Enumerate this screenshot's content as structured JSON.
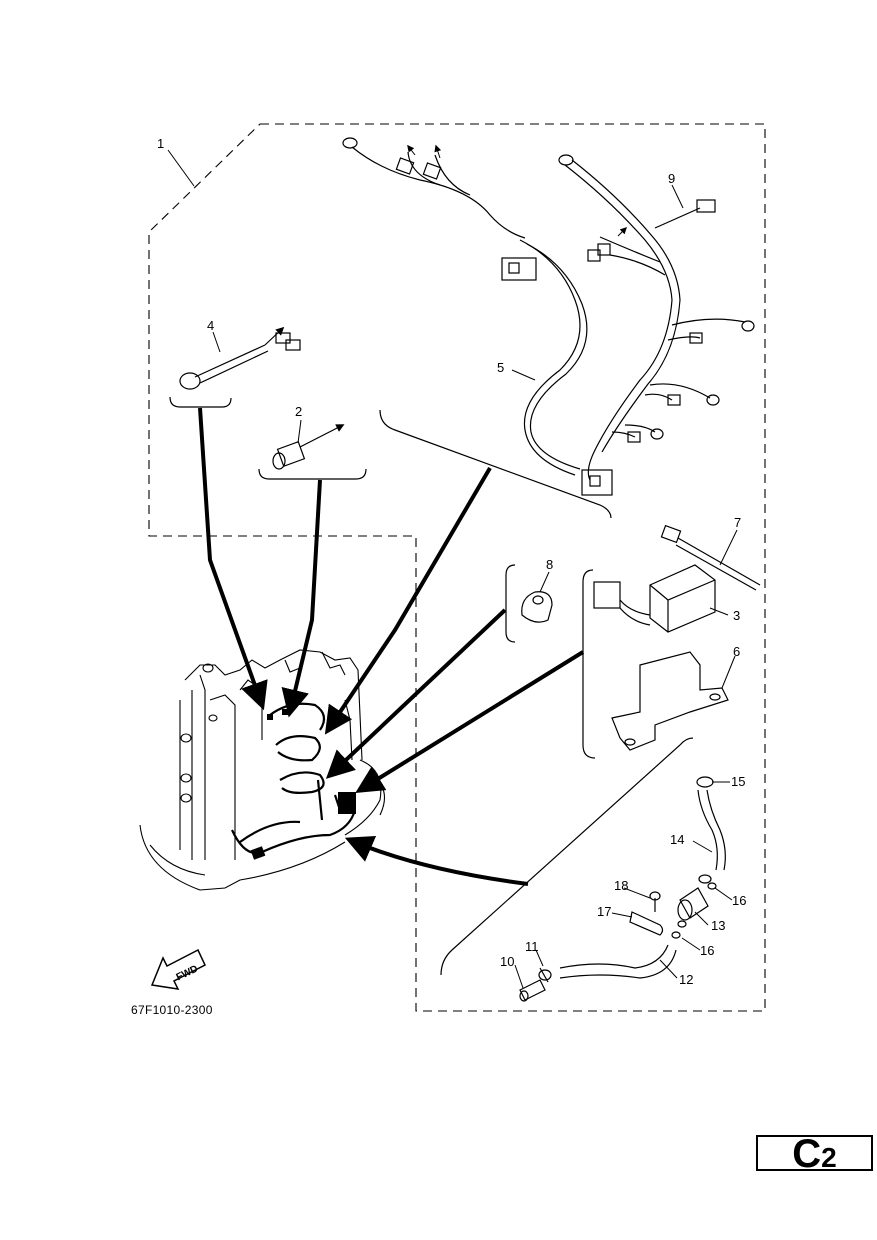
{
  "diagram": {
    "callouts": [
      "1",
      "2",
      "3",
      "4",
      "5",
      "6",
      "7",
      "8",
      "9",
      "10",
      "11",
      "12",
      "13",
      "14",
      "15",
      "16",
      "16",
      "17",
      "18"
    ],
    "fwd_label": "FWD",
    "part_code": "67F1010-2300"
  },
  "page_marker": {
    "letter": "C",
    "number": "2"
  }
}
